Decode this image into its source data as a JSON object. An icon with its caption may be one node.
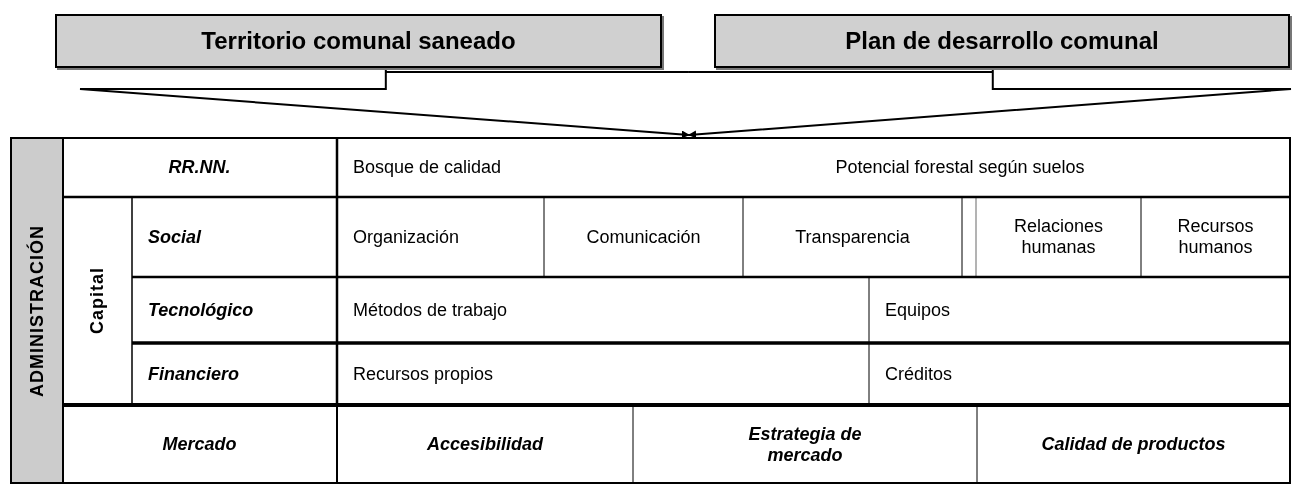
{
  "diagram": {
    "nodes": [
      {
        "text": [
          "Territorio comunal saneado"
        ]
      },
      {
        "text": [
          "Plan de desarrollo comunal"
        ]
      },
      {
        "text": [],
        "shape": "box"
      },
      {
        "text": [
          "ADMINISTRACIÓN"
        ],
        "in": 2
      }
    ],
    "edges": [
      {
        "from": 0,
        "to": 2,
        "arrow": "to"
      },
      {
        "from": 1,
        "to": 2,
        "arrow": "to"
      }
    ],
    "labels": [
      "RR.NN.",
      "Bosque de calidad",
      "Potencial forestal según suelos",
      "Capital",
      "Social",
      "Organización",
      "Comunicación",
      "Transparencia",
      "Relaciones humanas",
      "Recursos humanos",
      "Tecnológico",
      "Métodos de trabajo",
      "Equipos",
      "Financiero",
      "Recursos propios",
      "Créditos",
      "Mercado",
      "Accesibilidad",
      "Estrategia de mercado",
      "Calidad de productos"
    ]
  }
}
